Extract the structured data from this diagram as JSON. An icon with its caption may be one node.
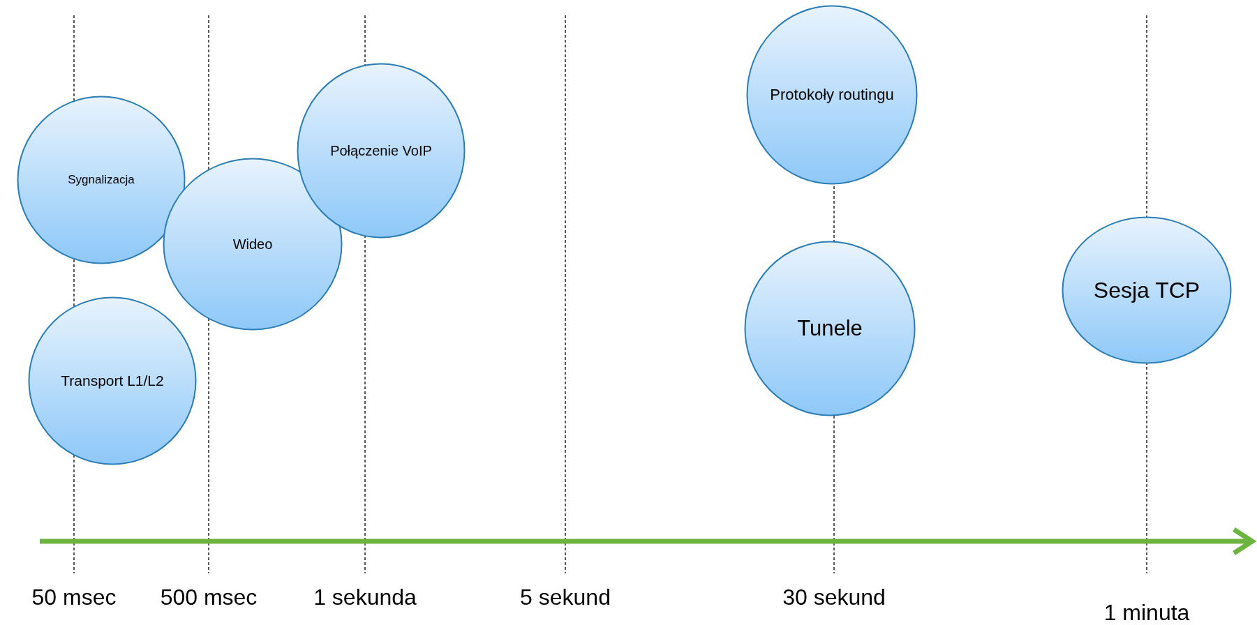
{
  "diagram": {
    "nodes": [
      {
        "text": [
          "Protokoły routingu"
        ]
      },
      {
        "text": [
          "Połączenie VoIP"
        ]
      },
      {
        "text": [
          "Sygnalizacja"
        ]
      },
      {
        "text": [
          "Wideo"
        ]
      },
      {
        "text": [
          "Sesja TCP"
        ]
      },
      {
        "text": [
          "Tunele"
        ]
      },
      {
        "text": [
          "Transport L1/L2"
        ]
      }
    ],
    "edges": [],
    "labels": [
      "50 msec",
      "500 msec",
      "1 sekunda",
      "5 sekund",
      "30 sekund",
      "1 minuta"
    ]
  }
}
